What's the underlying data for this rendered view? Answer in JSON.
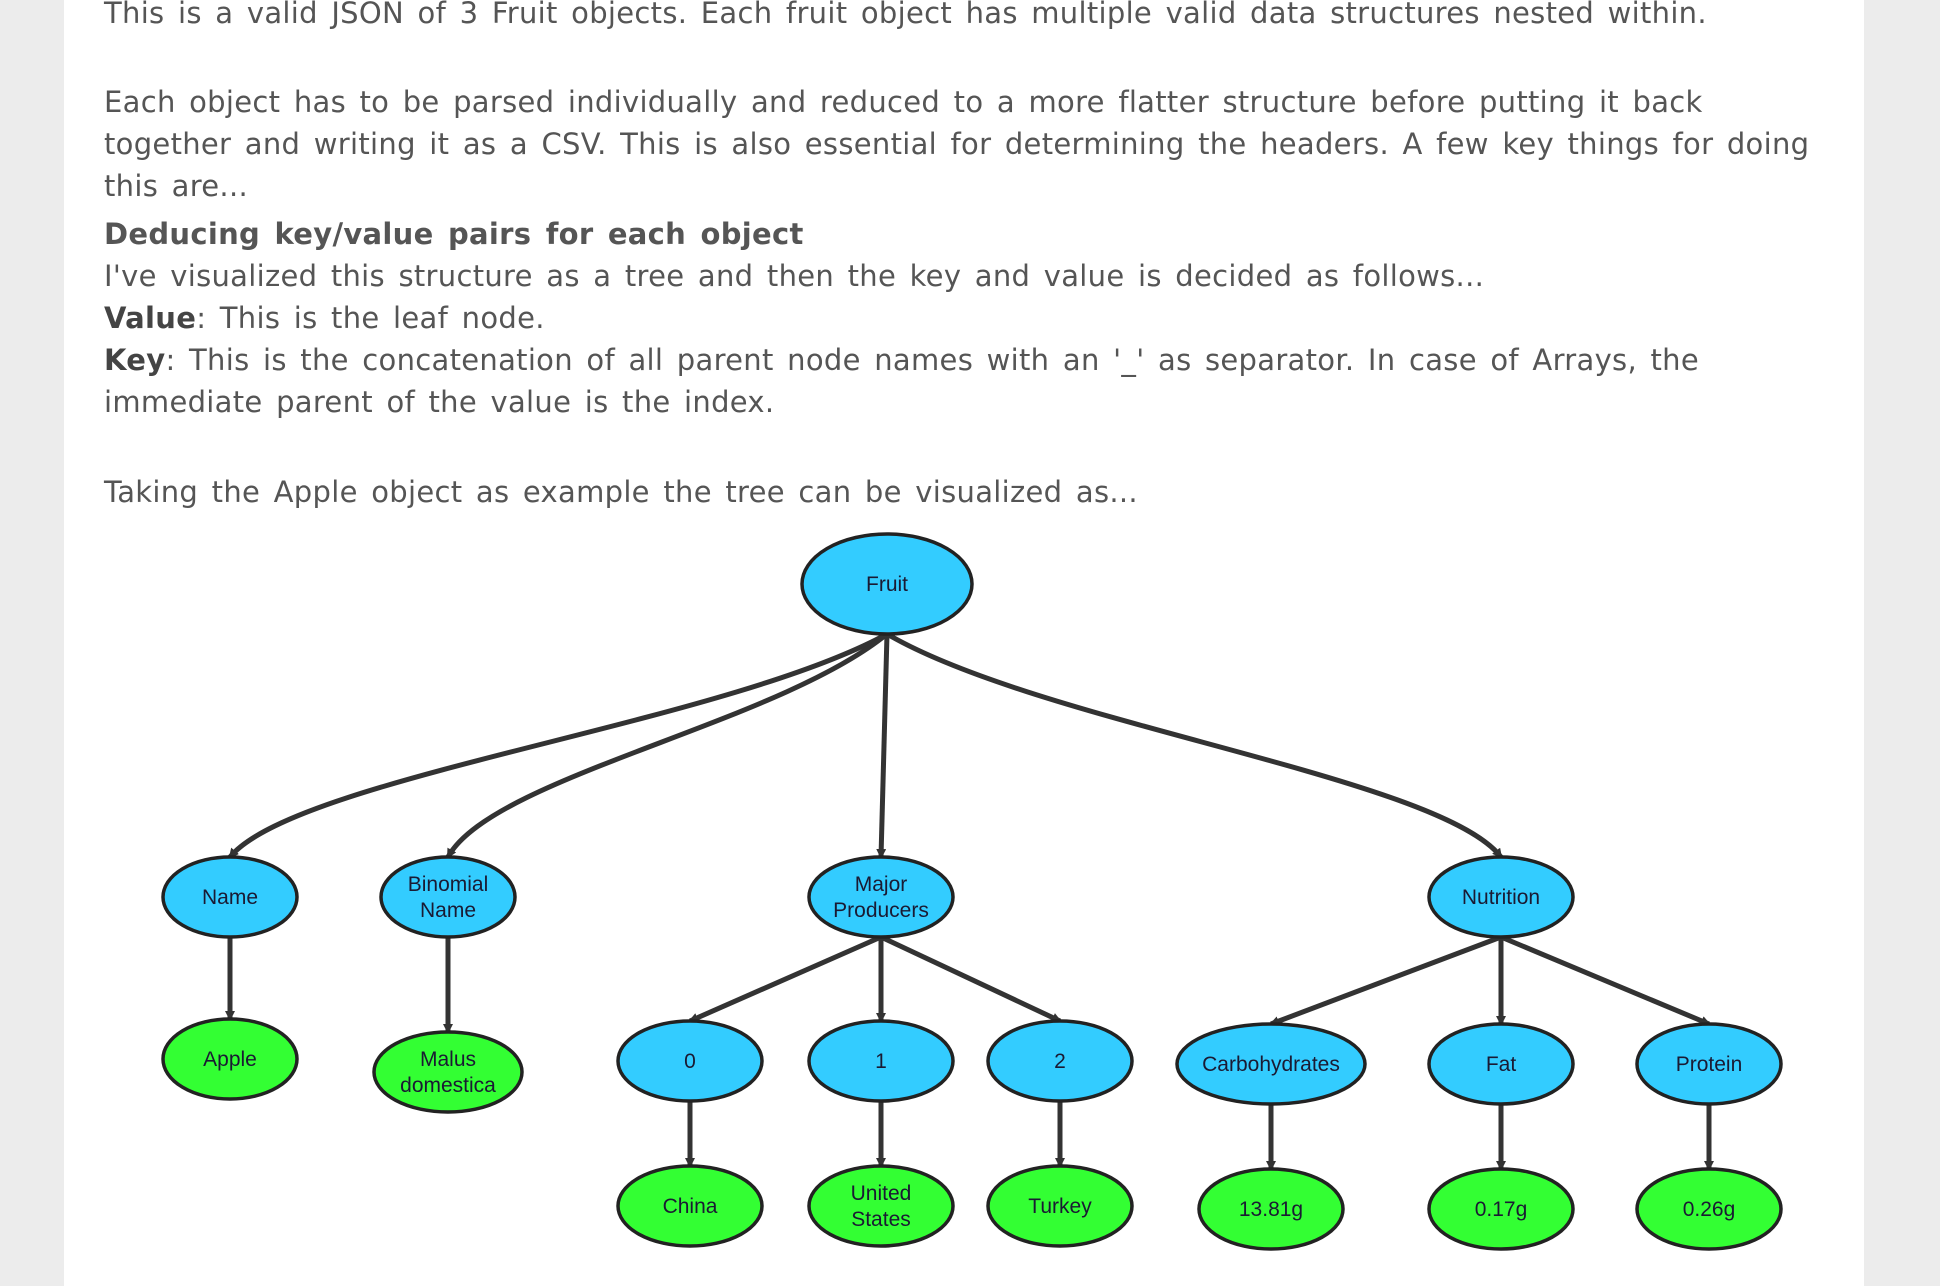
{
  "paragraphs": {
    "intro": "This is a valid JSON of 3 Fruit objects. Each fruit object has multiple valid data structures nested within.",
    "parse": "Each object has to be parsed individually and reduced to a more flatter structure before putting it back together and writing it as a CSV. This is also essential for determining the headers. A few key things for doing this are...",
    "heading": "Deducing key/value pairs for each object",
    "visualized": "I've visualized this structure as a tree and then the key and value is decided as follows...",
    "value_label": "Value",
    "value_text": ": This is the leaf node.",
    "key_label": "Key",
    "key_text": ": This is the concatenation of all parent node names with an '_' as separator. In case of Arrays, the immediate parent of the value is the index.",
    "example": "Taking the Apple object as example the tree can be visualized as..."
  },
  "tree": {
    "colors": {
      "internal": "#33ccff",
      "leaf": "#33ff33",
      "edge": "#333333",
      "outline": "#222222"
    },
    "root": {
      "id": "fruit",
      "lines": [
        "Fruit"
      ]
    },
    "nodes": [
      {
        "id": "name",
        "lines": [
          "Name"
        ],
        "parent": "fruit",
        "kind": "internal"
      },
      {
        "id": "binomial",
        "lines": [
          "Binomial",
          "Name"
        ],
        "parent": "fruit",
        "kind": "internal"
      },
      {
        "id": "producers",
        "lines": [
          "Major",
          "Producers"
        ],
        "parent": "fruit",
        "kind": "internal"
      },
      {
        "id": "nutrition",
        "lines": [
          "Nutrition"
        ],
        "parent": "fruit",
        "kind": "internal"
      },
      {
        "id": "apple",
        "lines": [
          "Apple"
        ],
        "parent": "name",
        "kind": "leaf"
      },
      {
        "id": "malus",
        "lines": [
          "Malus",
          "domestica"
        ],
        "parent": "binomial",
        "kind": "leaf"
      },
      {
        "id": "idx0",
        "lines": [
          "0"
        ],
        "parent": "producers",
        "kind": "internal"
      },
      {
        "id": "idx1",
        "lines": [
          "1"
        ],
        "parent": "producers",
        "kind": "internal"
      },
      {
        "id": "idx2",
        "lines": [
          "2"
        ],
        "parent": "producers",
        "kind": "internal"
      },
      {
        "id": "carbs",
        "lines": [
          "Carbohydrates"
        ],
        "parent": "nutrition",
        "kind": "internal"
      },
      {
        "id": "fat",
        "lines": [
          "Fat"
        ],
        "parent": "nutrition",
        "kind": "internal"
      },
      {
        "id": "protein",
        "lines": [
          "Protein"
        ],
        "parent": "nutrition",
        "kind": "internal"
      },
      {
        "id": "china",
        "lines": [
          "China"
        ],
        "parent": "idx0",
        "kind": "leaf"
      },
      {
        "id": "us",
        "lines": [
          "United",
          "States"
        ],
        "parent": "idx1",
        "kind": "leaf"
      },
      {
        "id": "turkey",
        "lines": [
          "Turkey"
        ],
        "parent": "idx2",
        "kind": "leaf"
      },
      {
        "id": "carbs_val",
        "lines": [
          "13.81g"
        ],
        "parent": "carbs",
        "kind": "leaf"
      },
      {
        "id": "fat_val",
        "lines": [
          "0.17g"
        ],
        "parent": "fat",
        "kind": "leaf"
      },
      {
        "id": "protein_val",
        "lines": [
          "0.26g"
        ],
        "parent": "protein",
        "kind": "leaf"
      }
    ]
  }
}
